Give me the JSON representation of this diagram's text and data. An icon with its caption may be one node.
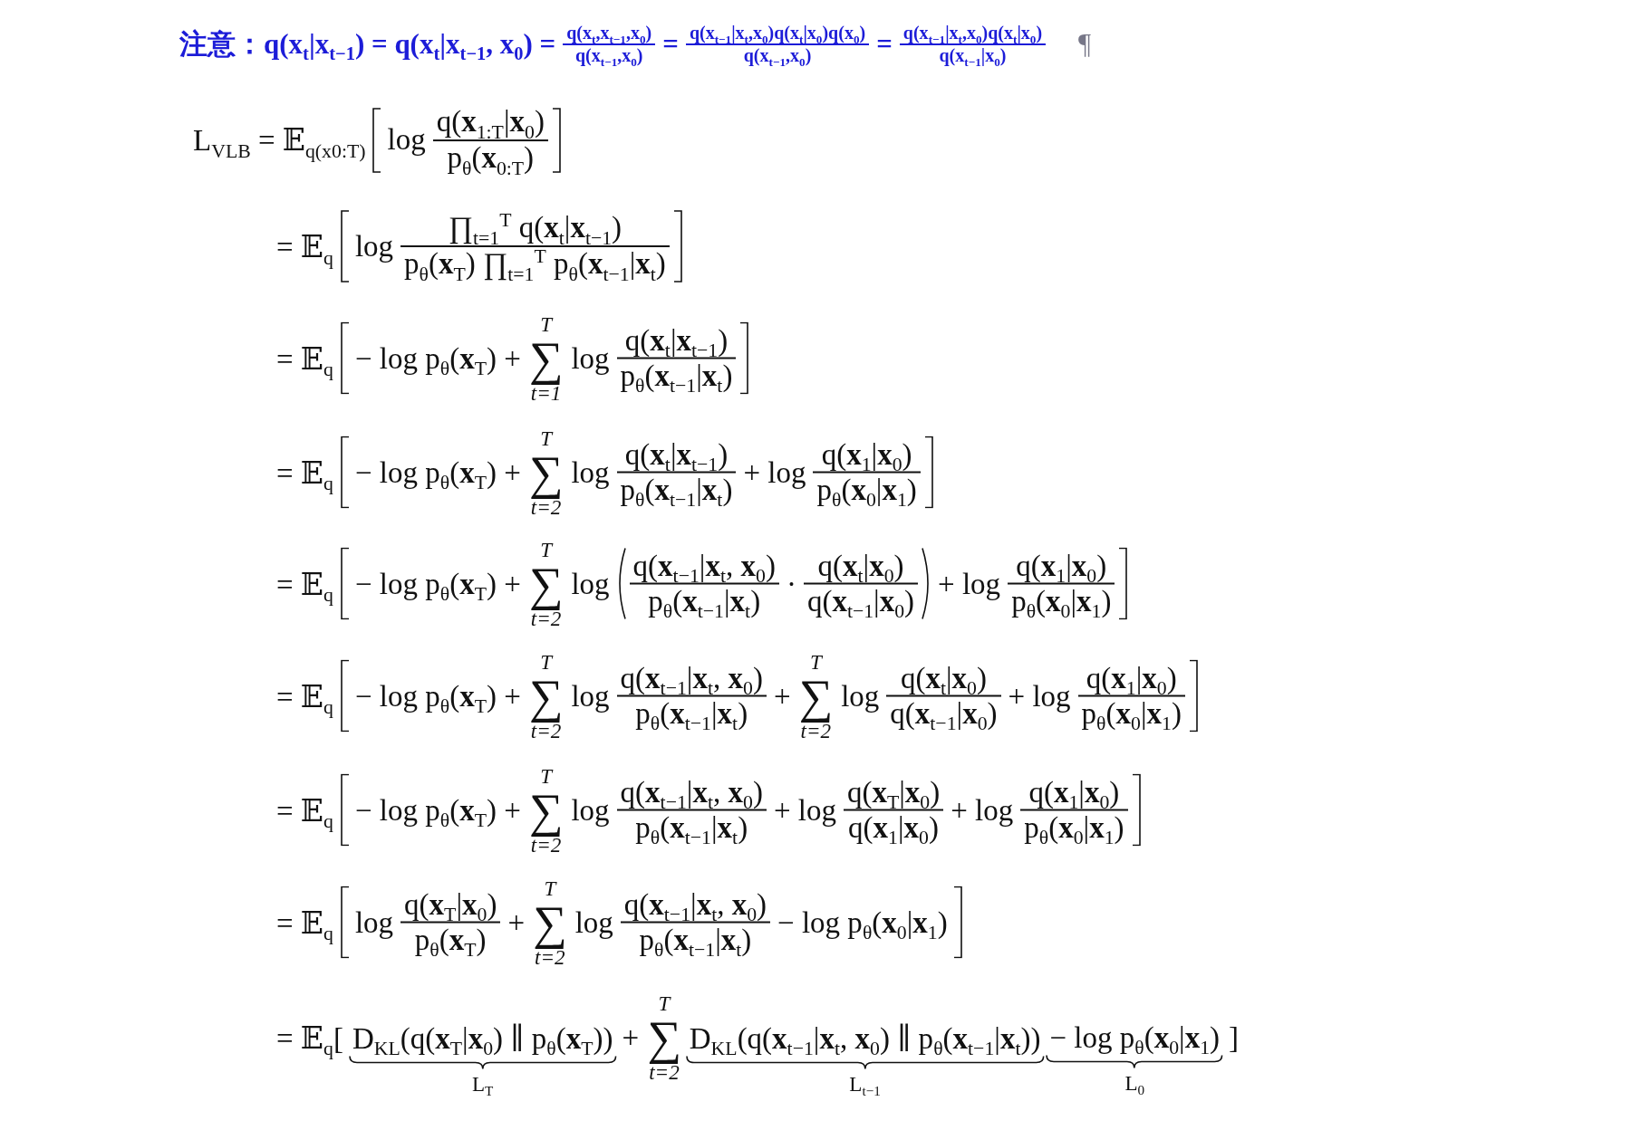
{
  "diagram": {
    "labels": [
      "注意：q(x$_{t}$|x$_{t−1}$) = q(x$_{t}$|x$_{t−1}$, x$_{0}$) =",
      "q(x$_{t}$,x$_{t−1}$,x$_{0}$)",
      "q(x$_{t−1}$,x$_{0}$)",
      "=",
      "q(x$_{t−1}$|x$_{t}$,x$_{0}$)q(x$_{t}$|x$_{0}$)q(x$_{0}$)",
      "q(x$_{t−1}$,x$_{0}$)",
      "=",
      "q(x$_{t−1}$|x$_{t}$,x$_{0}$)q(x$_{t}$|x$_{0}$)",
      "q(x$_{t−1}$|x$_{0}$)",
      "¶",
      "L$_{VLB}$ = 𝔼$_{q(x0:T)}$",
      "log",
      "q(**x**$_{1:T}$|**x**$_{0}$)",
      "p$_{θ}$(**x**$_{0:T}$)",
      "= 𝔼$_{q}$",
      "log",
      "∏$_{t=1}$$^{T}$ q(**x**$_{t}$|**x**$_{t−1}$)",
      "p$_{θ}$(**x**$_{T}$) ∏$_{t=1}$$^{T}$ p$_{θ}$(**x**$_{t−1}$|**x**$_{t}$)",
      "= 𝔼$_{q}$",
      "− log p$_{θ}$(**x**$_{T}$) +",
      "T",
      "∑",
      "t=1",
      "log",
      "q(**x**$_{t}$|**x**$_{t−1}$)",
      "p$_{θ}$(**x**$_{t−1}$|**x**$_{t}$)",
      "= 𝔼$_{q}$",
      "− log p$_{θ}$(**x**$_{T}$) +",
      "T",
      "∑",
      "t=2",
      "log",
      "q(**x**$_{t}$|**x**$_{t−1}$)",
      "p$_{θ}$(**x**$_{t−1}$|**x**$_{t}$)",
      "+ log",
      "q(**x**$_{1}$|**x**$_{0}$)",
      "p$_{θ}$(**x**$_{0}$|**x**$_{1}$)",
      "= 𝔼$_{q}$",
      "− log p$_{θ}$(**x**$_{T}$) +",
      "T",
      "∑",
      "t=2",
      "log",
      "q(**x**$_{t−1}$|**x**$_{t}$, **x**$_{0}$)",
      "p$_{θ}$(**x**$_{t−1}$|**x**$_{t}$)",
      "·",
      "q(**x**$_{t}$|**x**$_{0}$)",
      "q(**x**$_{t−1}$|**x**$_{0}$)",
      "+ log",
      "q(**x**$_{1}$|**x**$_{0}$)",
      "p$_{θ}$(**x**$_{0}$|**x**$_{1}$)",
      "= 𝔼$_{q}$",
      "− log p$_{θ}$(**x**$_{T}$) +",
      "T",
      "∑",
      "t=2",
      "log",
      "q(**x**$_{t−1}$|**x**$_{t}$, **x**$_{0}$)",
      "p$_{θ}$(**x**$_{t−1}$|**x**$_{t}$)",
      "+",
      "T",
      "∑",
      "t=2",
      "log",
      "q(**x**$_{t}$|**x**$_{0}$)",
      "q(**x**$_{t−1}$|**x**$_{0}$)",
      "+ log",
      "q(**x**$_{1}$|**x**$_{0}$)",
      "p$_{θ}$(**x**$_{0}$|**x**$_{1}$)",
      "= 𝔼$_{q}$",
      "− log p$_{θ}$(**x**$_{T}$) +",
      "T",
      "∑",
      "t=2",
      "log",
      "q(**x**$_{t−1}$|**x**$_{t}$, **x**$_{0}$)",
      "p$_{θ}$(**x**$_{t−1}$|**x**$_{t}$)",
      "+ log",
      "q(**x**$_{T}$|**x**$_{0}$)",
      "q(**x**$_{1}$|**x**$_{0}$)",
      "+ log",
      "q(**x**$_{1}$|**x**$_{0}$)",
      "p$_{θ}$(**x**$_{0}$|**x**$_{1}$)",
      "= 𝔼$_{q}$",
      "log",
      "q(**x**$_{T}$|**x**$_{0}$)",
      "p$_{θ}$(**x**$_{T}$)",
      "+",
      "T",
      "∑",
      "t=2",
      "log",
      "q(**x**$_{t−1}$|**x**$_{t}$, **x**$_{0}$)",
      "p$_{θ}$(**x**$_{t−1}$|**x**$_{t}$)",
      "− log p$_{θ}$(**x**$_{0}$|**x**$_{1}$)",
      "= 𝔼$_{q}$[",
      "D$_{KL}$(q(**x**$_{T}$|**x**$_{0}$) ∥ p$_{θ}$(**x**$_{T}$))",
      "L$_{T}$",
      "+",
      "T",
      "∑",
      "t=2",
      "D$_{KL}$(q(**x**$_{t−1}$|**x**$_{t}$, **x**$_{0}$) ∥ p$_{θ}$(**x**$_{t−1}$|**x**$_{t}$))",
      "L$_{t−1}$",
      "− log p$_{θ}$(**x**$_{0}$|**x**$_{1}$)",
      "L$_{0}$",
      "]"
    ]
  }
}
